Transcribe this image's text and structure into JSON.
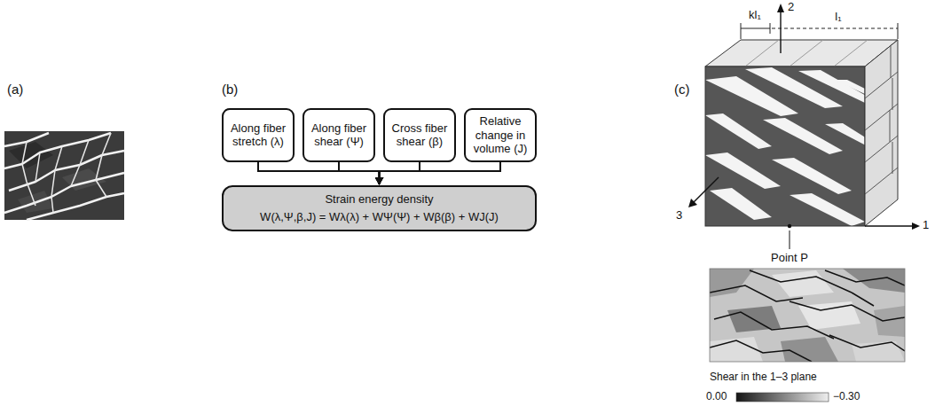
{
  "diagram": {
    "nodes": [
      {
        "text": [
          "Along fiber stretch (λ)"
        ]
      },
      {
        "text": [
          "Along fiber shear (Ψ)"
        ]
      },
      {
        "text": [
          "Cross fiber shear (β)"
        ]
      },
      {
        "text": [
          "Relative change in volume (J)"
        ]
      },
      {
        "text": [
          "Strain energy density",
          "W(λ,Ψ,β,J) = Wλ(λ) + WΨ(Ψ) + Wβ(β) + WJ(J)"
        ]
      }
    ],
    "edges": [
      {
        "from": 0,
        "to": 4,
        "arrow": "to"
      },
      {
        "from": 1,
        "to": 4,
        "arrow": "to"
      },
      {
        "from": 2,
        "to": 4,
        "arrow": "to"
      },
      {
        "from": 3,
        "to": 4,
        "arrow": "to"
      }
    ],
    "labels": [
      "(a)",
      "(b)",
      "(c)",
      "2",
      "kl₁",
      "l₁",
      "3",
      "1",
      "Point P",
      "Shear in the 1–3 plane",
      "0.00",
      "−0.30"
    ]
  }
}
